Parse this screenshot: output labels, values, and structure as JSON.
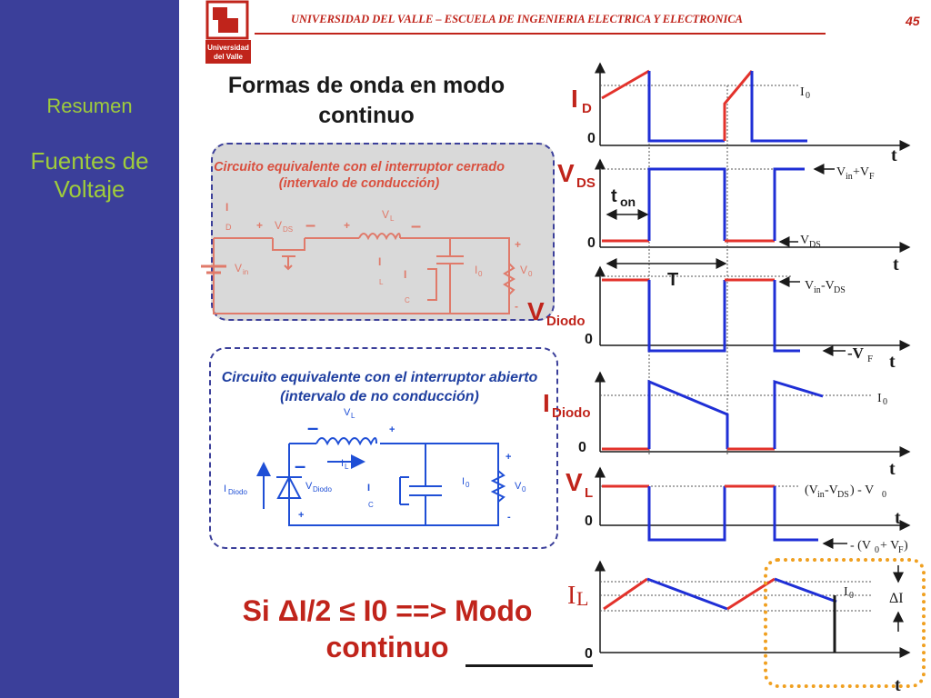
{
  "sidebar": {
    "summary": "Resumen",
    "topic_line1": "Fuentes de",
    "topic_line2": "Voltaje"
  },
  "header": {
    "institution": "UNIVERSIDAD DEL VALLE – ESCUELA DE INGENIERIA ELECTRICA Y ELECTRONICA",
    "page_number": "45"
  },
  "logo": {
    "line1": "Universidad",
    "line2": "del Valle"
  },
  "title": {
    "line1": "Formas de onda en modo",
    "line2": "continuo"
  },
  "circuit_closed": {
    "caption_line1": "Circuito equivalente con el interruptor cerrado",
    "caption_line2": "(intervalo de conducción)"
  },
  "circuit_open": {
    "caption_line1": "Circuito equivalente con el interruptor abierto",
    "caption_line2": "(intervalo de no conducción)"
  },
  "conclusion": {
    "line1": "Si ΔI/2 ≤ I0 ==> Modo",
    "line2": "continuo"
  },
  "colors": {
    "sidebar": "#3b3f9a",
    "accent_red": "#c0241b",
    "sidebar_text": "#9fcc3b",
    "wave_red": "#e3322b",
    "wave_blue": "#1f2fd6",
    "highlight": "#f0a020"
  }
}
